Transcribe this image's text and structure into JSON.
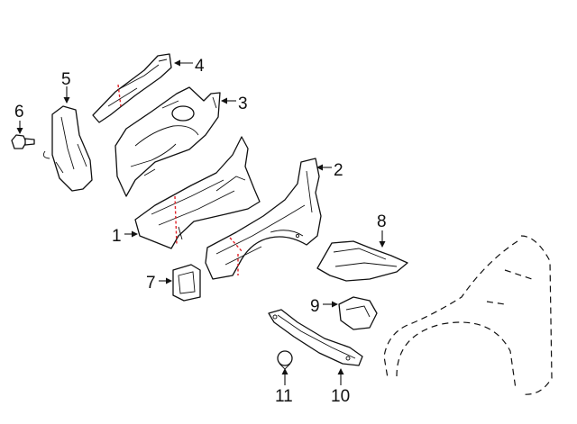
{
  "callouts": {
    "n1": "1",
    "n2": "2",
    "n3": "3",
    "n4": "4",
    "n5": "5",
    "n6": "6",
    "n7": "7",
    "n8": "8",
    "n9": "9",
    "n10": "10",
    "n11": "11"
  },
  "colors": {
    "line": "#111111",
    "cut_line": "#e0242a",
    "background": "#ffffff"
  }
}
